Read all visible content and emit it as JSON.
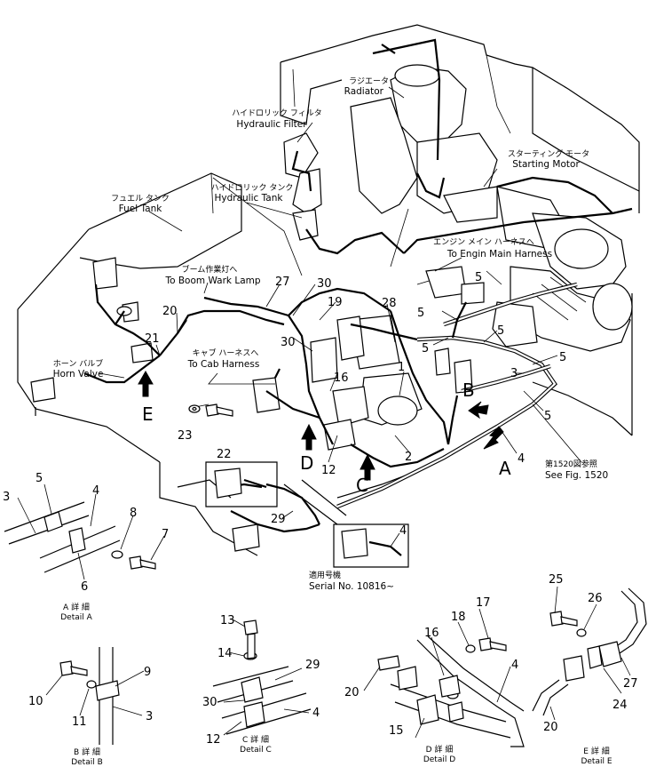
{
  "callouts": {
    "radiator": {
      "jp": "ラジエータ",
      "en": "Radiator"
    },
    "hydraulic_filter": {
      "jp": "ハイドロリック フィルタ",
      "en": "Hydraulic Filter"
    },
    "starting_motor": {
      "jp": "スターティング モータ",
      "en": "Starting Motor"
    },
    "hydraulic_tank": {
      "jp": "ハイドロリック タンク",
      "en": "Hydraulic Tank"
    },
    "fuel_tank": {
      "jp": "フュエル タンク",
      "en": "Fuel Tank"
    },
    "engine_harness": {
      "jp": "エンジン メイン ハーネスへ",
      "en": "To Engin Main Harness"
    },
    "boom_lamp": {
      "jp": "ブーム作業灯へ",
      "en": "To Boom Wark Lamp"
    },
    "cab_harness": {
      "jp": "キャブ ハーネスへ",
      "en": "To Cab Harness"
    },
    "horn_valve": {
      "jp": "ホーン バルブ",
      "en": "Horn Valve"
    },
    "see_fig": {
      "jp": "第1520図参照",
      "en": "See Fig. 1520"
    },
    "serial": {
      "jp": "適用号機",
      "en": "Serial  No. 10816~"
    }
  },
  "part_numbers": {
    "p1": "1",
    "p2": "2",
    "p3": "3",
    "p4": "4",
    "p5": "5",
    "p12": "12",
    "p16": "16",
    "p19": "19",
    "p20": "20",
    "p21": "21",
    "p22": "22",
    "p23": "23",
    "p27": "27",
    "p28": "28",
    "p29": "29",
    "p30": "30"
  },
  "views": {
    "A": "A",
    "B": "B",
    "C": "C",
    "D": "D",
    "E": "E"
  },
  "details": {
    "a": {
      "jp": "A 詳 細",
      "en": "Detail A",
      "parts": [
        "3",
        "5",
        "4",
        "8",
        "7",
        "6"
      ]
    },
    "b": {
      "jp": "B 詳 細",
      "en": "Detail B",
      "parts": [
        "10",
        "9",
        "11",
        "3"
      ]
    },
    "c": {
      "jp": "C 詳 細",
      "en": "Detail C",
      "parts": [
        "13",
        "14",
        "29",
        "30",
        "4",
        "12"
      ]
    },
    "d": {
      "jp": "D 詳 細",
      "en": "Detail D",
      "parts": [
        "17",
        "18",
        "16",
        "4",
        "20",
        "15"
      ]
    },
    "e": {
      "jp": "E 詳 細",
      "en": "Detail E",
      "parts": [
        "25",
        "26",
        "27",
        "24",
        "20"
      ]
    }
  }
}
